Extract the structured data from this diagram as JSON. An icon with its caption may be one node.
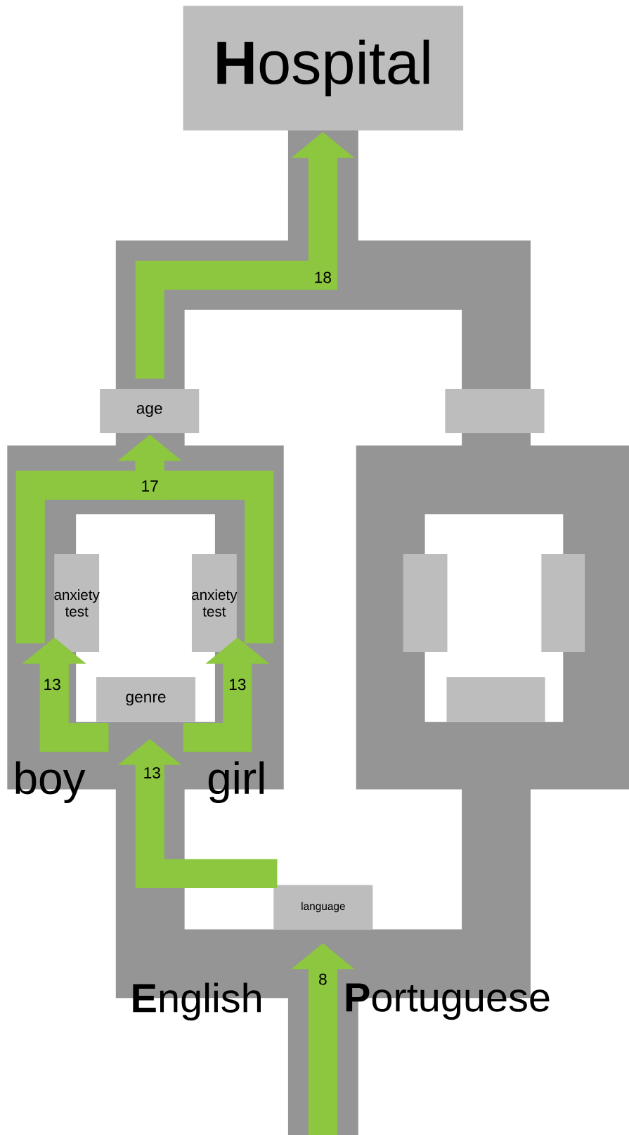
{
  "diagram": {
    "nodes": [
      {
        "text": [
          "**H**ospital"
        ]
      },
      {
        "text": [
          "age"
        ]
      },
      {
        "text": [],
        "shape": "box"
      },
      {
        "text": [
          "anxiety test"
        ]
      },
      {
        "text": [
          "anxiety test"
        ]
      },
      {
        "text": [
          "genre"
        ]
      },
      {
        "text": [],
        "shape": "box"
      },
      {
        "text": [],
        "shape": "box"
      },
      {
        "text": [],
        "shape": "box"
      },
      {
        "text": [
          "language"
        ]
      }
    ],
    "edges": [
      {
        "from": null,
        "to": 9,
        "arrow": "to",
        "label": "8"
      },
      {
        "from": 9,
        "to": 5,
        "arrow": "to",
        "label": "13"
      },
      {
        "from": 5,
        "to": 3,
        "arrow": "to",
        "label": "13"
      },
      {
        "from": 5,
        "to": 4,
        "arrow": "to",
        "label": "13"
      },
      {
        "from": 3,
        "to": 1,
        "arrow": "to",
        "label": "17"
      },
      {
        "from": 4,
        "to": 1,
        "arrow": "to"
      },
      {
        "from": 1,
        "to": 0,
        "arrow": "to",
        "label": "18"
      }
    ],
    "labels": [
      "boy",
      "girl",
      "**E**nglish",
      "**P**ortuguese"
    ]
  }
}
